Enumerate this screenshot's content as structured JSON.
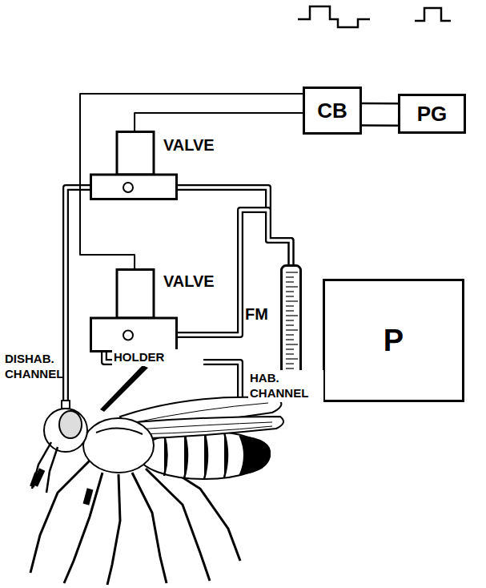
{
  "diagram": {
    "nodes": [
      {
        "text": [
          "CB"
        ]
      },
      {
        "text": [
          "PG"
        ]
      },
      {
        "text": [
          "VALVE"
        ]
      },
      {
        "text": [
          "VALVE"
        ]
      },
      {
        "text": [
          "FM"
        ]
      },
      {
        "text": [
          "P"
        ]
      }
    ],
    "edges": [
      {
        "from": 0,
        "to": 1,
        "arrow": "none"
      },
      {
        "from": 0,
        "to": 2,
        "arrow": "none"
      },
      {
        "from": 0,
        "to": 3,
        "arrow": "none"
      },
      {
        "from": 2,
        "to": 4,
        "arrow": "none"
      },
      {
        "from": 3,
        "to": 4,
        "arrow": "none"
      },
      {
        "from": 4,
        "to": 5,
        "arrow": "none"
      }
    ],
    "labels": [
      "DISHAB. CHANNEL",
      "HOLDER",
      "HAB. CHANNEL"
    ]
  }
}
